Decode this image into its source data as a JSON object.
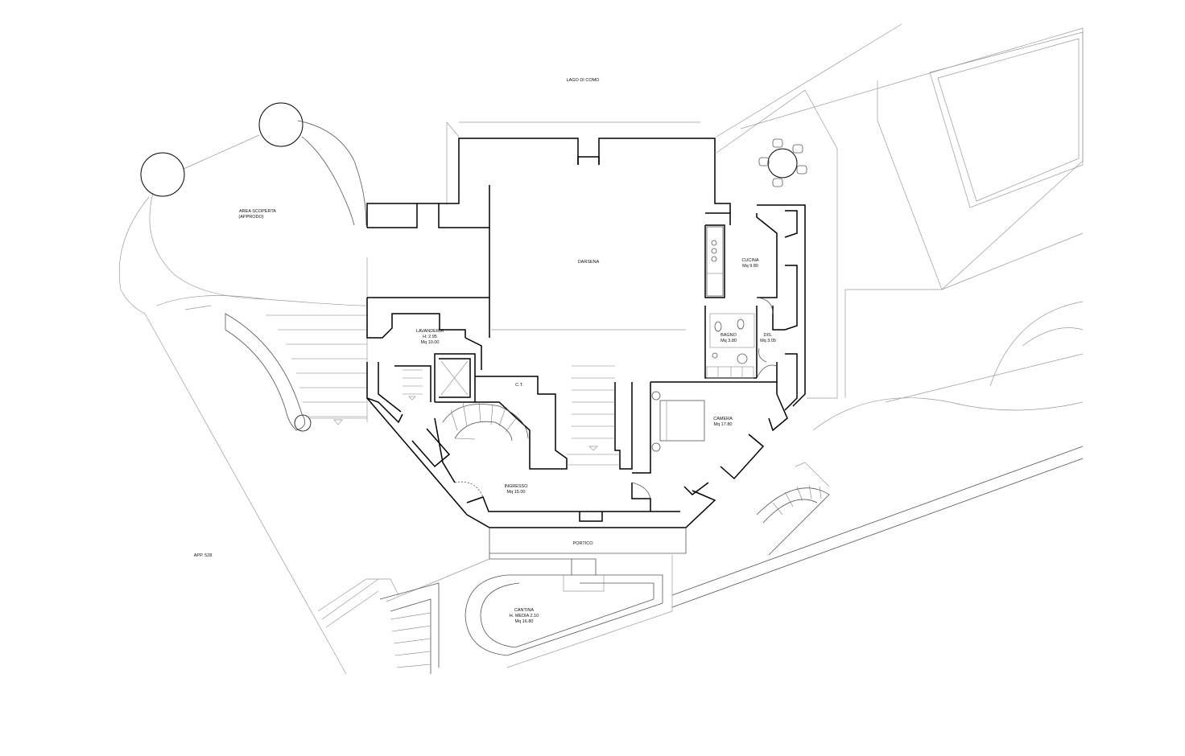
{
  "plan": {
    "labels": {
      "lake": "LAGO DI COMO",
      "area_line1": "AREA SCOPERTA",
      "area_line2": "(APPRODO)",
      "darsena": "DARSENA",
      "cucina_name": "CUCINA",
      "cucina_area": "Mq 9.80",
      "lavanderia_name": "LAVANDERIA",
      "lavanderia_height": "H: 2.95",
      "lavanderia_area": "Mq 10.00",
      "bagno_name": "BAGNO",
      "bagno_area": "Mq 3.80",
      "dis_name": "DIS.",
      "dis_area": "Mq 3.05",
      "ct": "C.T.",
      "camera_name": "CAMERA",
      "camera_area": "Mq 17.80",
      "ingresso_name": "INGRESSO",
      "ingresso_area": "Mq 15.00",
      "portico": "PORTICO",
      "cantina_name": "CANTINA",
      "cantina_height": "H. MEDIA 2.10",
      "cantina_area": "Mq 16.80",
      "parcel": "APP. 528"
    }
  }
}
